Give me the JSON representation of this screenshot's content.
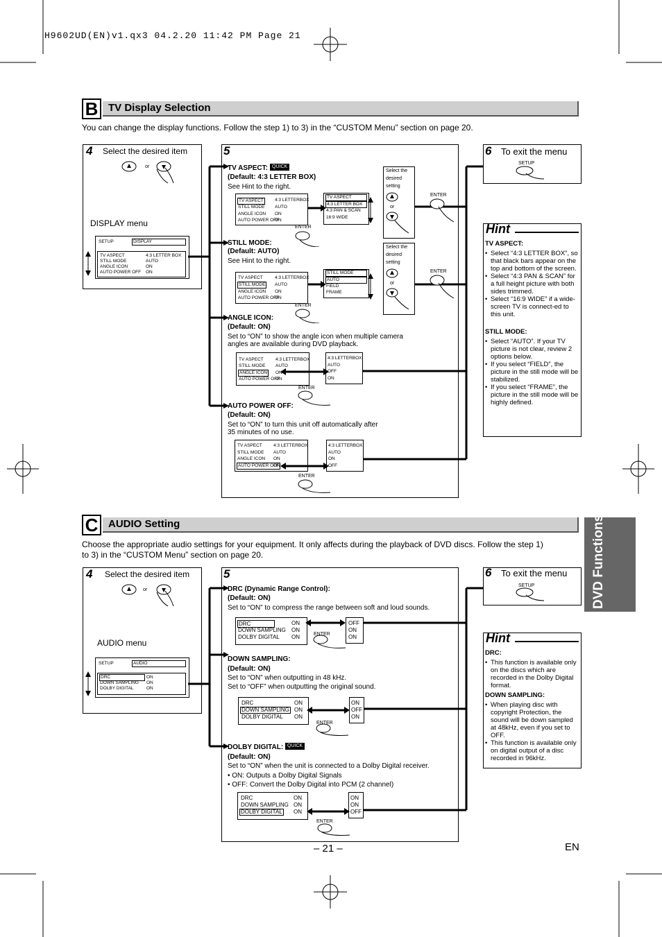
{
  "print_header": "H9602UD(EN)v1.qx3  04.2.20  11:42 PM  Page 21",
  "side_tab": "DVD Functions",
  "page_number": "– 21 –",
  "lang": "EN",
  "secB": {
    "letter": "B",
    "title": "TV Display Selection",
    "intro": "You can change the display functions. Follow the step 1) to 3) in the “CUSTOM Menu” section on page 20.",
    "step4": {
      "num": "4",
      "label": "Select the desired item",
      "or": "or",
      "menu_label": "DISPLAY menu",
      "menu": {
        "head_left": "SETUP",
        "head_right": "DISPLAY",
        "rows": [
          [
            "TV ASPECT",
            "4:3 LETTER BOX"
          ],
          [
            "STILL MODE",
            "AUTO"
          ],
          [
            "ANGLE ICON",
            "ON"
          ],
          [
            "AUTO POWER OFF",
            "ON"
          ]
        ]
      }
    },
    "step5": {
      "num": "5",
      "tv_aspect": {
        "title": "TV ASPECT:",
        "quick": "QUICK",
        "default": "(Default: 4:3 LETTER BOX)",
        "see": "See Hint to the right.",
        "menu_rows": [
          [
            "TV ASPECT",
            "4:3 LETTERBOX"
          ],
          [
            "STILL MODE",
            "AUTO"
          ],
          [
            "ANGLE ICON",
            "ON"
          ],
          [
            "AUTO POWER OFF",
            "ON"
          ]
        ],
        "options": [
          "TV ASPECT",
          "4:3 LETTER BOX",
          "4:3 PAN & SCAN",
          "16:9 WIDE"
        ],
        "select": [
          "Select the",
          "desired",
          "setting"
        ],
        "or": "or",
        "enter": "ENTER"
      },
      "still_mode": {
        "title": "STILL MODE:",
        "default": "(Default: AUTO)",
        "see": "See Hint to the right.",
        "menu_rows": [
          [
            "TV ASPECT",
            "4:3 LETTERBOX"
          ],
          [
            "STILL MODE",
            "AUTO"
          ],
          [
            "ANGLE ICON",
            "ON"
          ],
          [
            "AUTO POWER OFF",
            "ON"
          ]
        ],
        "options": [
          "STILL MODE",
          "AUTO",
          "FIELD",
          "FRAME"
        ],
        "select": [
          "Select the",
          "desired",
          "setting"
        ],
        "or": "or",
        "enter": "ENTER"
      },
      "angle_icon": {
        "title": "ANGLE ICON:",
        "default": "(Default: ON)",
        "desc1": "Set to “ON” to show the angle icon when multiple camera",
        "desc2": "angles are available during DVD playback.",
        "menu_rows": [
          [
            "TV ASPECT",
            "4:3 LETTERBOX"
          ],
          [
            "STILL MODE",
            "AUTO"
          ],
          [
            "ANGLE ICON",
            "ON"
          ],
          [
            "AUTO POWER OFF",
            "ON"
          ]
        ],
        "right_rows": [
          "4:3 LETTERBOX",
          "AUTO",
          "OFF",
          "ON"
        ],
        "enter": "ENTER"
      },
      "auto_power_off": {
        "title": "AUTO POWER OFF:",
        "default": "(Default: ON)",
        "desc1": "Set to “ON” to turn this unit off automatically after",
        "desc2": "35 minutes of no use.",
        "menu_rows": [
          [
            "TV ASPECT",
            "4:3 LETTERBOX"
          ],
          [
            "STILL MODE",
            "AUTO"
          ],
          [
            "ANGLE ICON",
            "ON"
          ],
          [
            "AUTO POWER OFF",
            "ON"
          ]
        ],
        "right_rows": [
          "4:3 LETTERBOX",
          "AUTO",
          "ON",
          "OFF"
        ],
        "enter": "ENTER"
      }
    },
    "step6": {
      "num": "6",
      "label": "To exit the menu",
      "button": "SETUP"
    },
    "hint": {
      "title": "Hint",
      "tv_aspect_head": "TV ASPECT:",
      "tv_aspect_items": [
        "Select “4:3 LETTER BOX”, so that black bars appear on the top and bottom of the screen.",
        "Select “4:3 PAN & SCAN” for a full height picture with both sides trimmed.",
        "Select “16:9 WIDE” if a wide-screen TV is connect-ed to this unit."
      ],
      "still_head": "STILL MODE:",
      "still_items": [
        "Select “AUTO”. If your TV picture is not clear, review 2 options below.",
        "If you select “FIELD”, the picture in the still mode will be stabilized.",
        "If you select “FRAME”, the picture in the still mode will be highly defined."
      ]
    }
  },
  "secC": {
    "letter": "C",
    "title": "AUDIO Setting",
    "intro1": "Choose the appropriate audio settings for your equipment. It only affects during the playback of DVD discs. Follow the step 1)",
    "intro2": "to 3) in the “CUSTOM Menu” section on page 20.",
    "step4": {
      "num": "4",
      "label": "Select the desired item",
      "or": "or",
      "menu_label": "AUDIO menu",
      "menu": {
        "head_left": "SETUP",
        "head_right": "AUDIO",
        "rows": [
          [
            "DRC",
            "ON"
          ],
          [
            "DOWN SAMPLING",
            "ON"
          ],
          [
            "DOLBY DIGITAL",
            "ON"
          ]
        ]
      }
    },
    "step5": {
      "num": "5",
      "drc": {
        "title": "DRC (Dynamic Range Control):",
        "default": "(Default: ON)",
        "desc": "Set to “ON” to compress the range between soft and loud sounds.",
        "menu_rows": [
          [
            "DRC",
            "ON"
          ],
          [
            "DOWN SAMPLING",
            "ON"
          ],
          [
            "DOLBY DIGITAL",
            "ON"
          ]
        ],
        "right_rows": [
          "OFF",
          "ON",
          "ON"
        ],
        "enter": "ENTER"
      },
      "down_sampling": {
        "title": "DOWN SAMPLING:",
        "default": "(Default: ON)",
        "desc1": "Set to “ON” when outputting in 48 kHz.",
        "desc2": "Set to “OFF” when outputting the original sound.",
        "menu_rows": [
          [
            "DRC",
            "ON"
          ],
          [
            "DOWN SAMPLING",
            "ON"
          ],
          [
            "DOLBY DIGITAL",
            "ON"
          ]
        ],
        "right_rows": [
          "ON",
          "OFF",
          "ON"
        ],
        "enter": "ENTER"
      },
      "dolby": {
        "title": "DOLBY DIGITAL:",
        "quick": "QUICK",
        "default": "(Default: ON)",
        "desc": "Set to “ON” when the unit is connected to a Dolby Digital receiver.",
        "b1": "• ON: Outputs a Dolby Digital Signals",
        "b2": "• OFF: Convert the Dolby Digital into PCM (2 channel)",
        "menu_rows": [
          [
            "DRC",
            "ON"
          ],
          [
            "DOWN SAMPLING",
            "ON"
          ],
          [
            "DOLBY DIGITAL",
            "ON"
          ]
        ],
        "right_rows": [
          "ON",
          "ON",
          "OFF"
        ],
        "enter": "ENTER"
      }
    },
    "step6": {
      "num": "6",
      "label": "To exit the menu",
      "button": "SETUP"
    },
    "hint": {
      "title": "Hint",
      "drc_head": "DRC:",
      "drc_items": [
        "This function is available only on the discs which are recorded in the Dolby Digital format."
      ],
      "ds_head": "DOWN SAMPLING:",
      "ds_items": [
        "When playing disc with copyright Protection, the sound will be down sampled at 48kHz, even if you set to OFF.",
        "This function is available only on digital output of a disc recorded in 96kHz."
      ]
    }
  }
}
